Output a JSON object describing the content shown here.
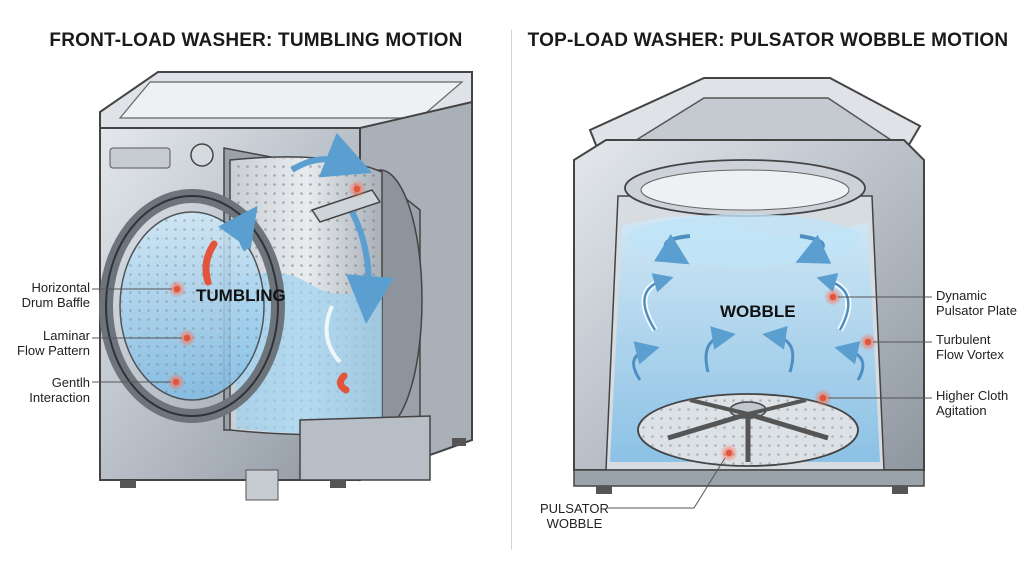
{
  "left_panel": {
    "title": "FRONT-LOAD WASHER: TUMBLING MOTION",
    "center_label": "TUMBLING",
    "callouts": [
      {
        "line1": "Horizontal",
        "line2": "Drum Baffle"
      },
      {
        "line1": "Laminar",
        "line2": "Flow Pattern"
      },
      {
        "line1": "Gentlh",
        "line2": "Interaction"
      }
    ]
  },
  "right_panel": {
    "title": "TOP-LOAD WASHER: PULSATOR WOBBLE MOTION",
    "center_label": "WOBBLE",
    "callouts": [
      {
        "line1": "Dynamic",
        "line2": "Pulsator Plate"
      },
      {
        "line1": "Turbulent",
        "line2": "Flow Vortex"
      },
      {
        "line1": "Higher Cloth",
        "line2": "Agitation"
      },
      {
        "line1": "PULSATOR",
        "line2": "WOBBLE"
      }
    ]
  },
  "colors": {
    "accent_red": "#e2553c",
    "water_blue": "#8fc8ea",
    "steel": "#b8bec6"
  }
}
